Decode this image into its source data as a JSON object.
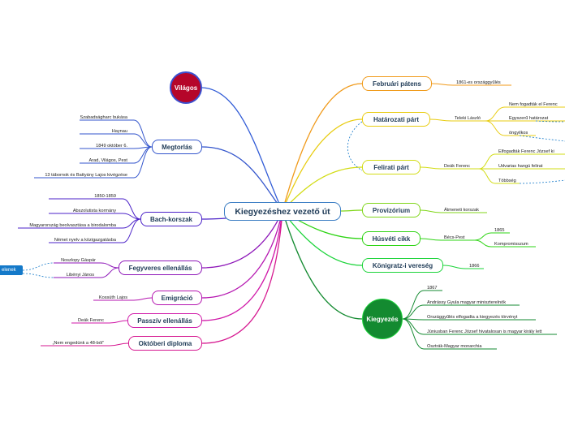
{
  "root": {
    "label": "Kiegyezéshez vezető út"
  },
  "left": {
    "vilagos": {
      "label": "Világos",
      "color": "#b5062a"
    },
    "megtorlas": {
      "label": "Megtorlás",
      "color": "#3355cc",
      "items": [
        "Szabadságharc bukása",
        "Haynau",
        "1849 október 6.",
        "Arad, Világos, Pest",
        "13 tábornok és Battyány Lajos kivégzése"
      ]
    },
    "bach": {
      "label": "Bach-korszak",
      "color": "#4b22c8",
      "items": [
        "1850-1859",
        "Abszolutista kormány",
        "Magyarország beolvasztása a birodalomba",
        "Német nyelv a közigazgatásba"
      ]
    },
    "fegyveres": {
      "label": "Fegyveres ellenállás",
      "color": "#8d16b8",
      "items": [
        "Noszlopy Gáspár",
        "Libényi János"
      ],
      "tag": "elenek"
    },
    "emigracio": {
      "label": "Emigráció",
      "color": "#b516b0",
      "items": [
        "Kossúth Lajos"
      ]
    },
    "passziv": {
      "label": "Passzív ellenállás",
      "color": "#d018a8",
      "items": [
        "Deák Ferenc"
      ]
    },
    "oktober": {
      "label": "Októberi diploma",
      "color": "#d61890",
      "items": [
        "„Nem engedünk a 48-ból”"
      ]
    }
  },
  "right": {
    "februari": {
      "label": "Februári pátens",
      "color": "#f09a1a",
      "items": [
        "1861-es országgyűlés"
      ]
    },
    "hatarozati": {
      "label": "Határozati párt",
      "color": "#e8cc10",
      "mid": "Teleki László",
      "items": [
        "Nem fogadták el Ferenc",
        "Egyszerű határozat",
        "öngyilkos"
      ]
    },
    "feliratI": {
      "label": "Felirati párt",
      "color": "#d2dc14",
      "mid": "Deák Ferenc",
      "items": [
        "Elfogadták Ferenc József ki",
        "Udvarias hangú felirat",
        "Többség"
      ]
    },
    "provizorium": {
      "label": "Provizórium",
      "color": "#80d61a",
      "items": [
        "Átmeneti korszak"
      ]
    },
    "husveti": {
      "label": "Húsvéti cikk",
      "color": "#2ed414",
      "mid": "Bécs-Pest",
      "items": [
        "1865",
        "Kompromisszum"
      ]
    },
    "koniggratz": {
      "label": "Königratz-i vereség",
      "color": "#1cd43a",
      "items": [
        "1866"
      ]
    },
    "kiegyezes": {
      "label": "Kiegyezés",
      "color": "#138a30",
      "items": [
        "1867",
        "Andrássy Gyula magyar miniszterelnök",
        "Országgyűlés elfogadta a kiegyezés törvényt",
        "Júniusban Ferenc József hivatalosan is magyar király lett",
        "Osztrák-Magyar monarchia"
      ]
    }
  }
}
